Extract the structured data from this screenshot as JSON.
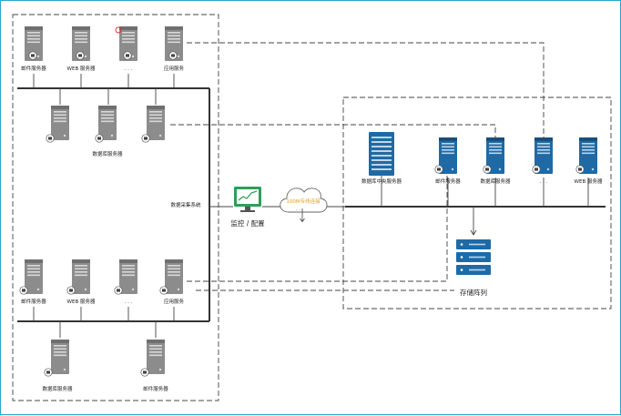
{
  "labels": {
    "mail": "邮件服务器",
    "web": "WEB 服务器",
    "dots": "· · ·",
    "app": "应用服务",
    "db": "数据库服务器",
    "data_collect": "数据采集系统",
    "monitor": "监控 / 配置",
    "cloud_text": "100M专线连接",
    "db_host": "数据库中央服务器",
    "storage": "存储阵列"
  },
  "colors": {
    "gray_server": "#8c8c8c",
    "blue_server": "#1f6aa5",
    "monitor_green": "#2e9e5a",
    "cloud_text": "#e0a020"
  }
}
